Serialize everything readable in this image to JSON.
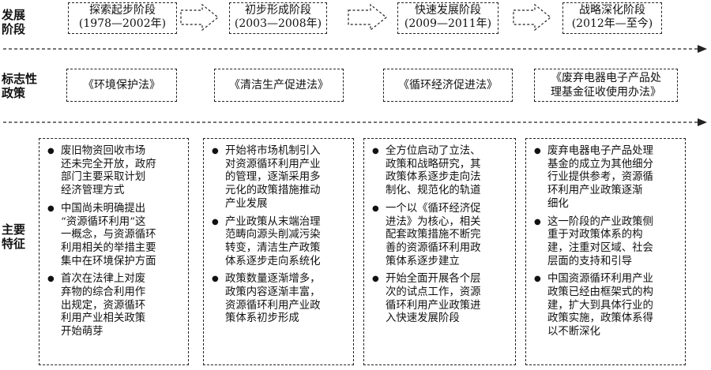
{
  "row_labels": {
    "stage": [
      "发展",
      "阶段"
    ],
    "policy": [
      "标志性",
      "政策"
    ],
    "features": [
      "主要",
      "特征"
    ]
  },
  "stages": [
    {
      "name": "探索起步阶段",
      "period": "(1978—2002年)"
    },
    {
      "name": "初步形成阶段",
      "period": "(2003—2008年)"
    },
    {
      "name": "快速发展阶段",
      "period": "(2009—2011年)"
    },
    {
      "name": "战略深化阶段",
      "period": "(2012年—至今)"
    }
  ],
  "policies": [
    [
      "《环境保护法》"
    ],
    [
      "《清洁生产促进法》"
    ],
    [
      "《循环经济促进法》"
    ],
    [
      "《废弃电器电子产品处",
      "理基金征收使用办法》"
    ]
  ],
  "features": [
    [
      [
        "废旧物资回收市场",
        "还未完全开放，政府",
        "部门主要采取计划",
        "经济管理方式"
      ],
      [
        "中国尚未明确提出",
        "“资源循环利用”这",
        "一概念，与资源循环",
        "利用相关的举措主要",
        "集中在环境保护方面"
      ],
      [
        "首次在法律上对废",
        "弃物的综合利用作",
        "出规定，资源循环",
        "利用产业相关政策",
        "开始萌芽"
      ]
    ],
    [
      [
        "开始将市场机制引入",
        "对资源循环利用产业",
        "的管理，逐渐采用多",
        "元化的政策措施推动",
        "产业发展"
      ],
      [
        "产业政策从末端治理",
        "范畴向源头削减污染",
        "转变，清洁生产政策",
        "体系逐步走向系统化"
      ],
      [
        "政策数量逐渐增多，",
        "政策内容逐渐丰富，",
        "资源循环利用产业政",
        "策体系初步形成"
      ]
    ],
    [
      [
        "全方位启动了立法、",
        "政策和战略研究，其",
        "政策体系逐步走向法",
        "制化、规范化的轨道"
      ],
      [
        "一个以《循环经济促",
        "进法》为核心，相关",
        "配套政策措施不断完",
        "善的资源循环利用政",
        "策体系逐步建立"
      ],
      [
        "开始全面开展各个层",
        "次的试点工作，资源",
        "循环利用产业政策进",
        "入快速发展阶段"
      ]
    ],
    [
      [
        "废弃电器电子产品处理",
        "基金的成立为其他细分",
        "行业提供参考，资源循",
        "环利用产业政策逐渐",
        "细化"
      ],
      [
        "这一阶段的产业政策侧",
        "重于对政策体系的构",
        "建，注重对区域、社会",
        "层面的支持和引导"
      ],
      [
        "中国资源循环利用产业",
        "政策已经由框架式的构",
        "建，扩大到具体行业的",
        "政策实施，政策体系得",
        "以不断深化"
      ]
    ]
  ]
}
